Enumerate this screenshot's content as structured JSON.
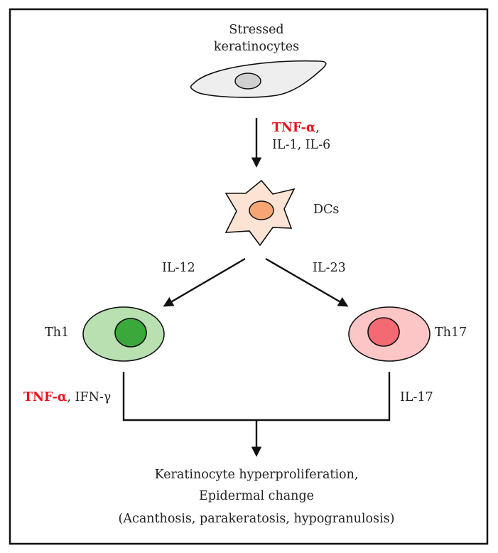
{
  "keratinocyte": {
    "label_line1": "Stressed",
    "label_line2": "keratinocytes"
  },
  "arrow1": {
    "cytokine_primary": "TNF-α",
    "separator": ",",
    "cytokine_secondary": "IL-1, IL-6"
  },
  "dc": {
    "label": "DCs"
  },
  "th1": {
    "label": "Th1",
    "input_cytokine": "IL-12",
    "output_primary": "TNF-α",
    "output_secondary": ", IFN-γ"
  },
  "th17": {
    "label": "Th17",
    "input_cytokine": "IL-23",
    "output": "IL-17"
  },
  "outcome": {
    "line1": "Keratinocyte hyperproliferation,",
    "line2": "Epidermal change",
    "line3": "(Acanthosis, parakeratosis, hypogranulosis)"
  },
  "colors": {
    "emphasis": "#e8141c",
    "keratinocyte_fill": "#eeeeee",
    "keratinocyte_nucleus": "#d0d0d0",
    "dc_fill": "#fde3d3",
    "dc_nucleus": "#f7a673",
    "th1_fill": "#b8e0b0",
    "th1_nucleus": "#3aa83a",
    "th17_fill": "#fcc6c6",
    "th17_nucleus": "#f46a73"
  }
}
